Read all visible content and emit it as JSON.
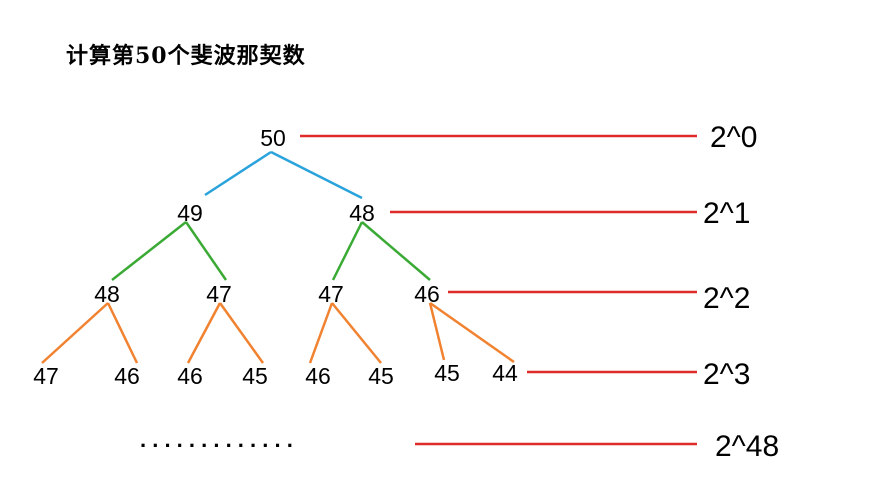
{
  "title": "计算第50个斐波那契数",
  "colors": {
    "level_line": "#e02b2b",
    "edge_level1": "#2aa3dc",
    "edge_level2": "#3aaa35",
    "edge_level3": "#f08230",
    "text": "#000000"
  },
  "tree": {
    "level0": [
      "50"
    ],
    "level1": [
      "49",
      "48"
    ],
    "level2": [
      "48",
      "47",
      "47",
      "46"
    ],
    "level3": [
      "47",
      "46",
      "46",
      "45",
      "46",
      "45",
      "45",
      "44"
    ]
  },
  "level_labels": [
    "2^0",
    "2^1",
    "2^2",
    "2^3",
    "2^48"
  ],
  "ellipsis": ". . . . . . . . . . . . ."
}
